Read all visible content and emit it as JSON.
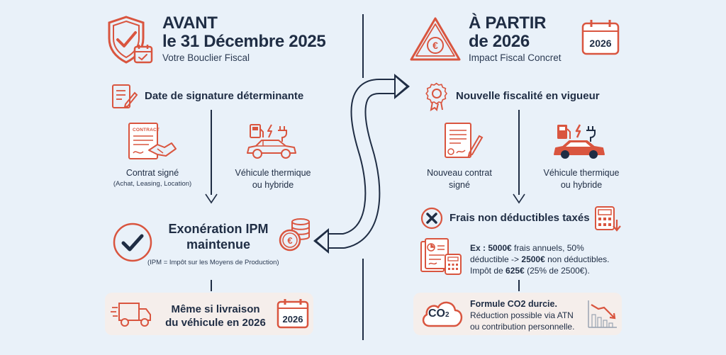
{
  "left": {
    "header": {
      "line1": "AVANT",
      "line2": "le 31 Décembre 2025",
      "subtitle": "Votre Bouclier Fiscal"
    },
    "signature": "Date de signature déterminante",
    "contract_doc_label": "CONTRACT",
    "contract": {
      "title": "Contrat signé",
      "detail": "(Achat, Leasing, Location)"
    },
    "vehicle": {
      "line1": "Véhicule thermique",
      "line2": "ou hybride"
    },
    "exoneration": {
      "line1": "Exonération IPM",
      "line2": "maintenue",
      "note": "(IPM = Impôt sur les Moyens de Production)"
    },
    "delivery": {
      "line1": "Même si livraison",
      "line2": "du véhicule en 2026",
      "year": "2026"
    }
  },
  "right": {
    "header": {
      "line1": "À PARTIR",
      "line2": "de 2026",
      "subtitle": "Impact Fiscal Concret",
      "year": "2026"
    },
    "fiscal": "Nouvelle fiscalité en vigueur",
    "contract": {
      "line1": "Nouveau contrat",
      "line2": "signé"
    },
    "vehicle": {
      "line1": "Véhicule thermique",
      "line2": "ou hybride"
    },
    "frais": "Frais non déductibles taxés",
    "example": {
      "a": "Ex : ",
      "b": "5000€",
      "c": " frais annuels, 50%",
      "d": "déductible -> ",
      "e": "2500€",
      "f": " non déductibles.",
      "g": "Impôt de ",
      "h": "625€",
      "i": " (25% de 2500€)."
    },
    "co2": {
      "icon_text": "CO",
      "icon_sub": "2",
      "title": "Formule CO2 durcie.",
      "line1": "Réduction possible via ATN",
      "line2": "ou contribution personnelle."
    }
  },
  "colors": {
    "navy": "#1f2d44",
    "red": "#d9553f",
    "background": "#e9f1f9",
    "box": "#f5eeeb"
  }
}
